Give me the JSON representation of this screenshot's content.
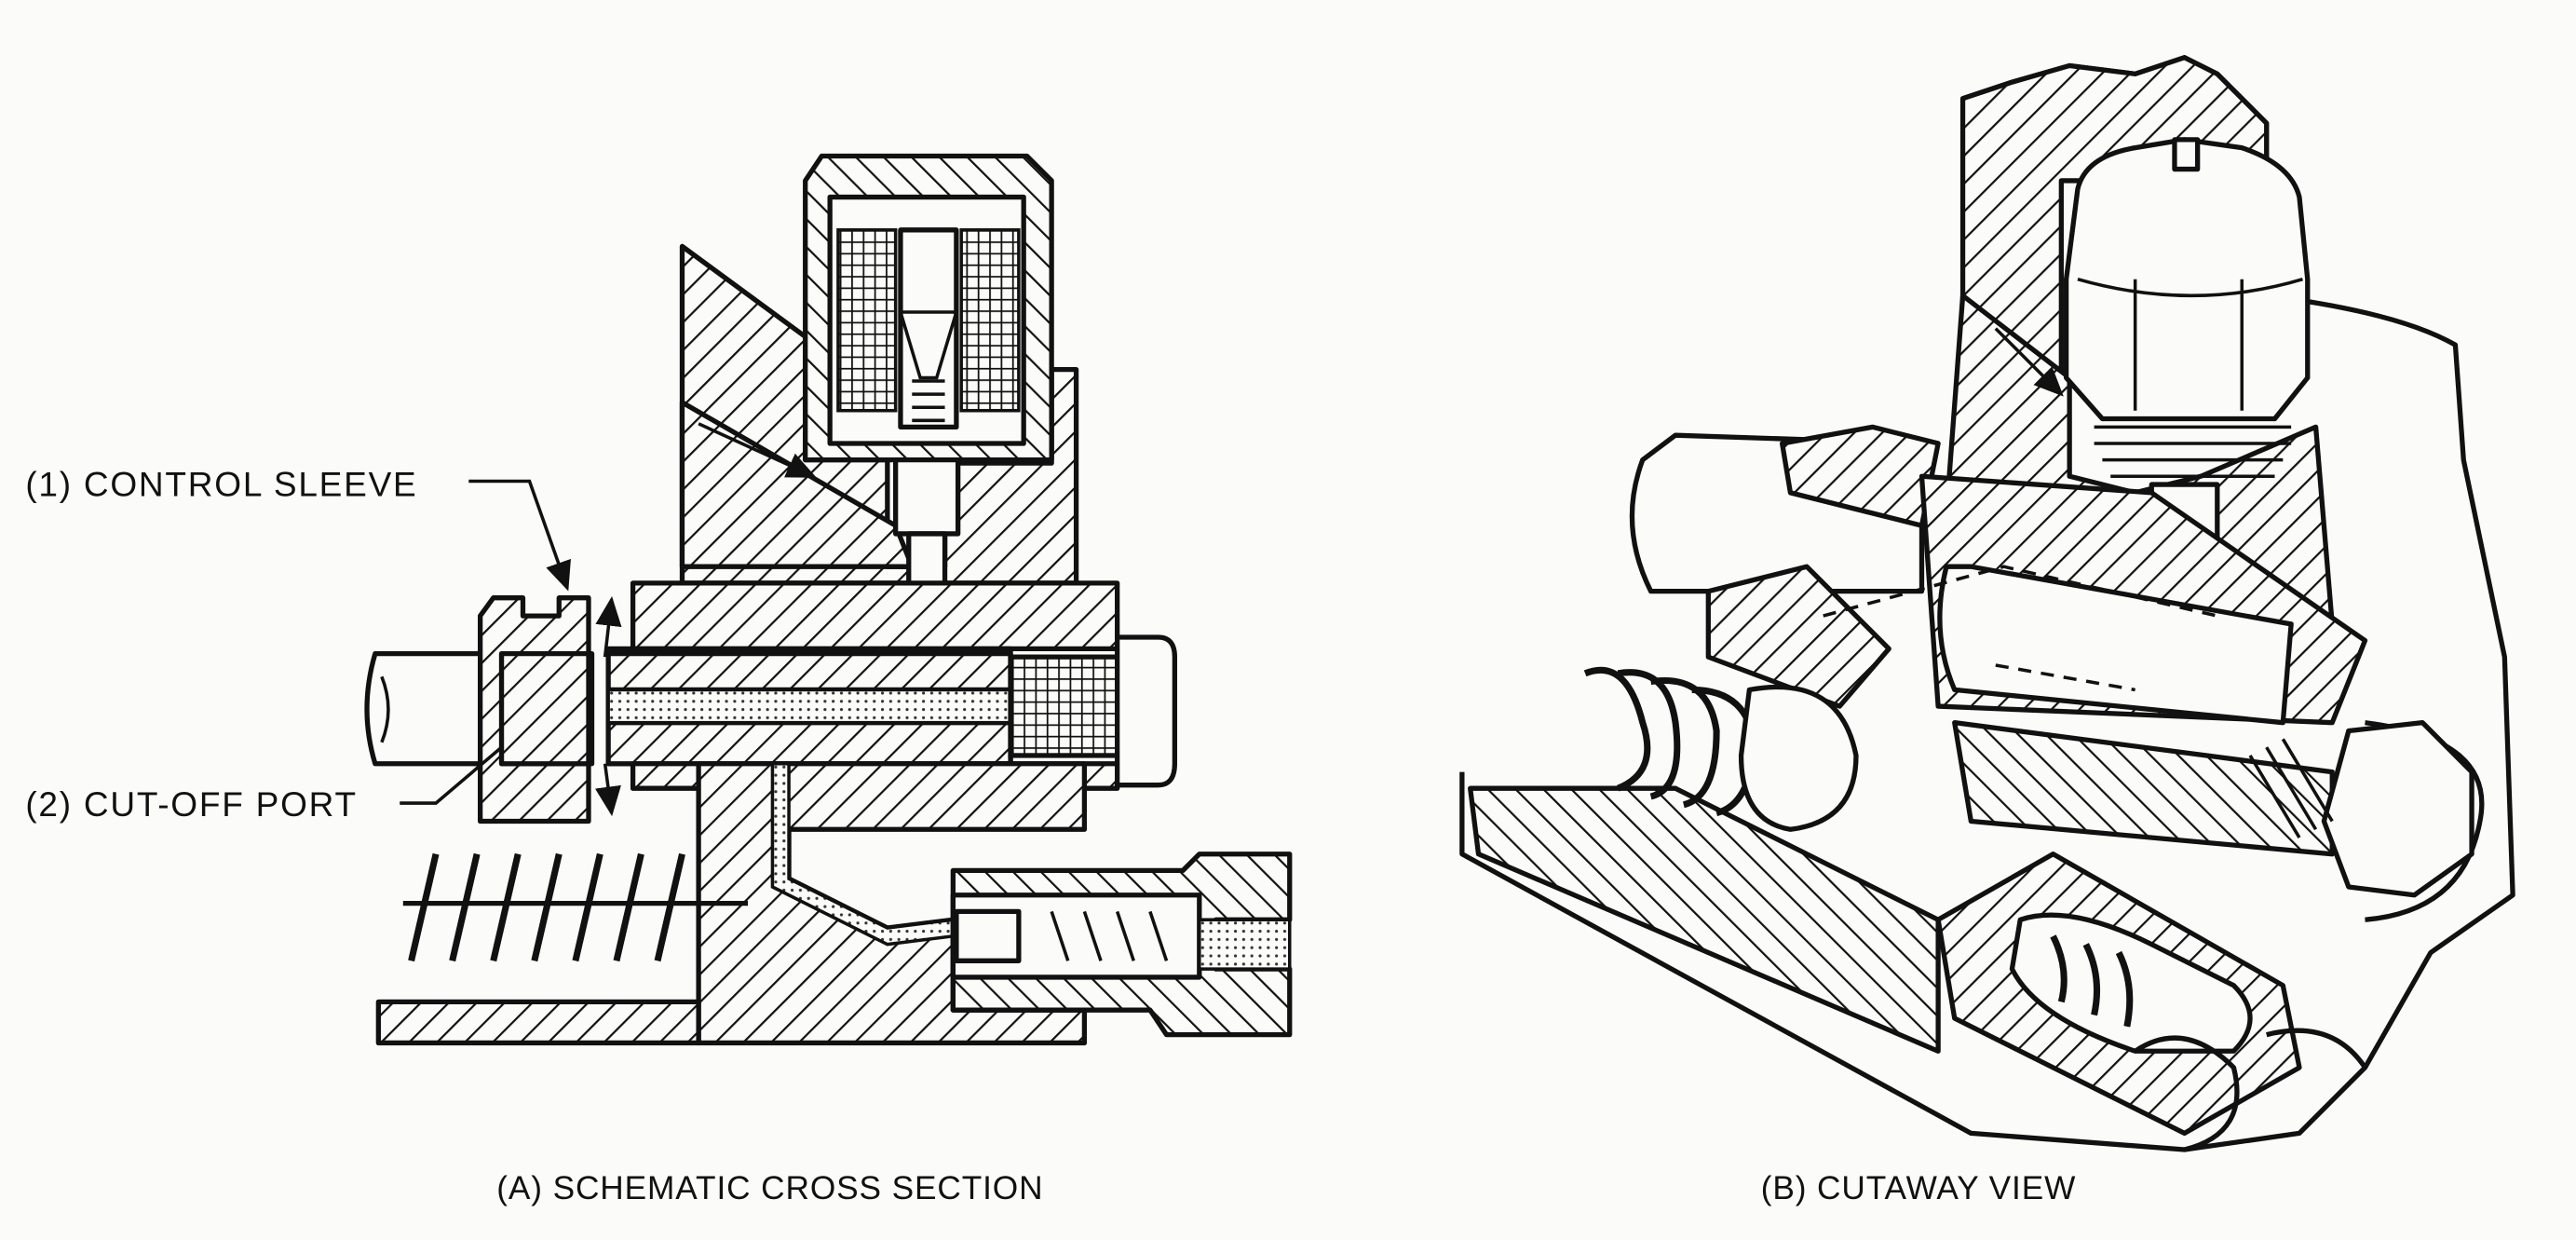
{
  "figure_a": {
    "label_1": "(1)  CONTROL SLEEVE",
    "label_2": "(2)  CUT-OFF PORT",
    "caption": "(A)  SCHEMATIC CROSS SECTION"
  },
  "figure_b": {
    "caption": "(B)  CUTAWAY VIEW"
  }
}
